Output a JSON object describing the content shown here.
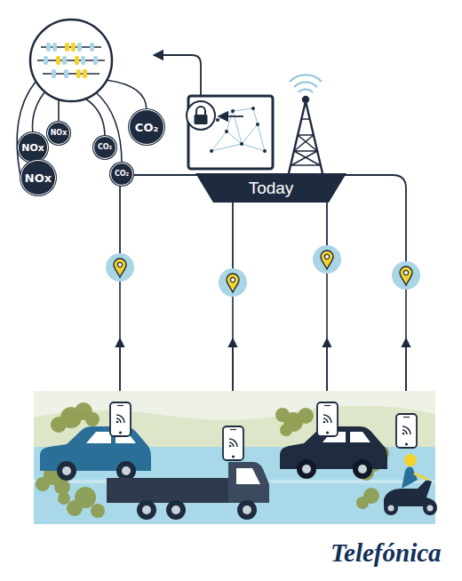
{
  "diagram": {
    "nodes": [
      {
        "text": [
          "CO₂"
        ]
      },
      {
        "text": [
          "NOx"
        ]
      },
      {
        "text": [
          "NOx"
        ]
      },
      {
        "text": [
          "CO₂"
        ]
      },
      {
        "text": [
          "CO₂"
        ]
      },
      {
        "text": [
          "NOx"
        ]
      },
      {
        "text": [
          "Today"
        ]
      }
    ],
    "labels": [
      "Telefónica"
    ]
  }
}
